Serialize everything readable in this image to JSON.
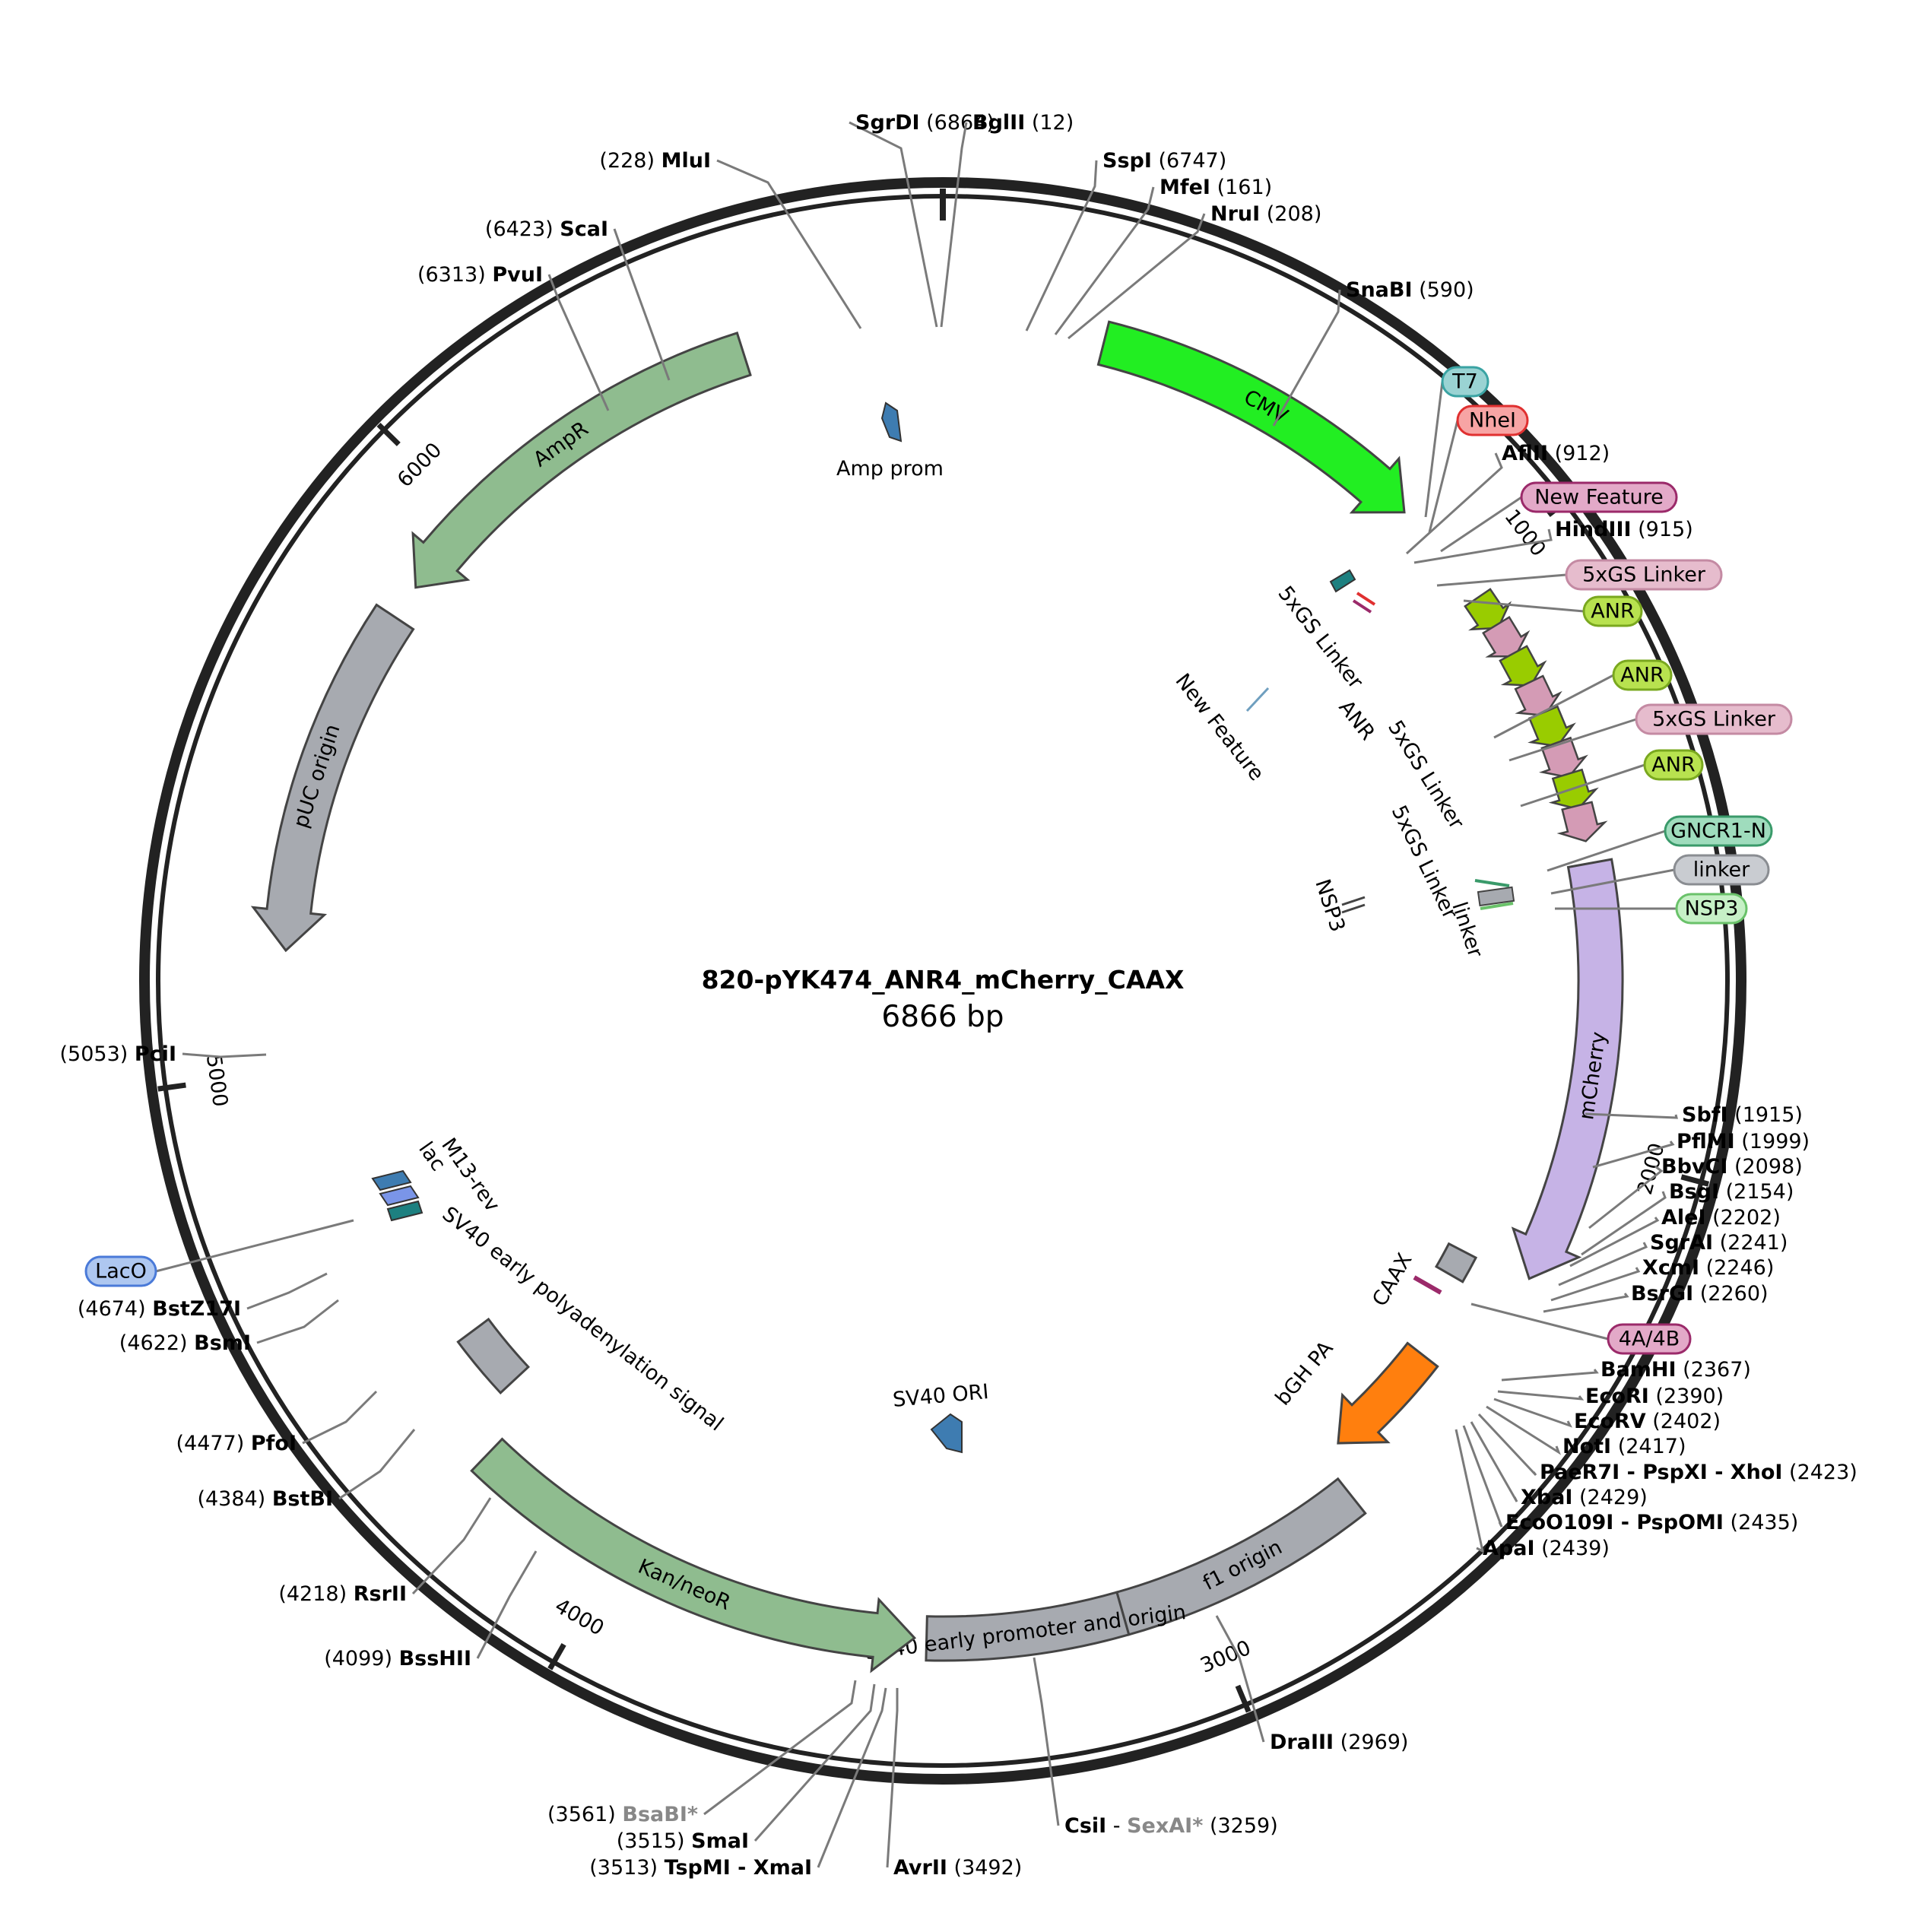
{
  "plasmid": {
    "name": "820-pYK474_ANR4_mCherry_CAAX",
    "length_label": "6866 bp",
    "length": 6866
  },
  "ruler_ticks": [
    "1000",
    "2000",
    "3000",
    "4000",
    "5000",
    "6000"
  ],
  "features": [
    {
      "name": "CMV",
      "color": "#22ee22",
      "type": "arrow",
      "start": 270,
      "end": 850,
      "direction": 1,
      "label_inside": true
    },
    {
      "name": "AmpR",
      "color": "#8fbc8f",
      "type": "arrow",
      "start": 5850,
      "end": 6530,
      "direction": -1,
      "label_inside": true
    },
    {
      "name": "pUC origin",
      "color": "#a7aab0",
      "type": "arrow",
      "start": 5200,
      "end": 5790,
      "direction": -1,
      "label_inside": true
    },
    {
      "name": "mCherry",
      "color": "#c6b3e6",
      "type": "arrow",
      "start": 1520,
      "end": 2230,
      "direction": 1,
      "label_inside": true
    },
    {
      "name": "bGH PA",
      "color": "#ff7f0e",
      "type": "arrow",
      "start": 2440,
      "end": 2660,
      "direction": 1,
      "label_outside": true
    },
    {
      "name": "f1 origin",
      "color": "#a7aab0",
      "type": "box",
      "start": 2700,
      "end": 3130,
      "label_inside": true
    },
    {
      "name": "SV40 early promoter and origin",
      "color": "#a7aab0",
      "type": "box",
      "start": 3130,
      "end": 3460,
      "label_inside": true
    },
    {
      "name": "Kan/neoR",
      "color": "#8fbc8f",
      "type": "arrow",
      "start": 3480,
      "end": 4270,
      "direction": -1,
      "label_inside": true
    },
    {
      "name": "SV40 early polyadenylation signal",
      "color": "#a7aab0",
      "type": "box",
      "start": 4330,
      "end": 4450,
      "label_outside": true
    },
    {
      "name": "CAAX",
      "color": "#a7aab0",
      "type": "box",
      "start": 2240,
      "end": 2290,
      "label_outside": true
    }
  ],
  "feature_text": {
    "amp_prom": "Amp prom",
    "sv40_ori": "SV40 ORI",
    "new_feature": "New Feature",
    "nsp3": "NSP3",
    "m13_rev": "M13-rev",
    "lac_c": "lac",
    "five_gs_1": "5xGS Linker",
    "anr_1": "ANR",
    "five_gs_2": "5xGS Linker",
    "five_gs_3": "5xGS Linker",
    "linker": "linker",
    "sv40_polyA": "SV40 early polyadenylation signal",
    "caax": "CAAX",
    "bgh": "bGH PA"
  },
  "pills": [
    {
      "name": "T7",
      "fill": "#9ad3d3",
      "stroke": "#3aa3a3"
    },
    {
      "name": "NheI",
      "fill": "#f7a4a4",
      "stroke": "#e03030"
    },
    {
      "name": "New Feature",
      "fill": "#e3a9c8",
      "stroke": "#9b2a6a"
    },
    {
      "name": "5xGS Linker",
      "fill": "#e6bccd",
      "stroke": "#c48aa3"
    },
    {
      "name": "ANR",
      "fill": "#b8e24f",
      "stroke": "#7aa81f"
    },
    {
      "name": "ANR",
      "fill": "#b8e24f",
      "stroke": "#7aa81f"
    },
    {
      "name": "5xGS Linker",
      "fill": "#e6bccd",
      "stroke": "#c48aa3"
    },
    {
      "name": "ANR",
      "fill": "#b8e24f",
      "stroke": "#7aa81f"
    },
    {
      "name": "GNCR1-N",
      "fill": "#9fdcbd",
      "stroke": "#3a9a6a"
    },
    {
      "name": "linker",
      "fill": "#c9ccd1",
      "stroke": "#8a8d92"
    },
    {
      "name": "NSP3",
      "fill": "#c6f0c6",
      "stroke": "#6ac26a"
    },
    {
      "name": "4A/4B",
      "fill": "#e3a9c8",
      "stroke": "#9b2a6a"
    },
    {
      "name": "LacO",
      "fill": "#aec7f0",
      "stroke": "#4a7ad8"
    }
  ],
  "sites": [
    {
      "name": "SgrDI",
      "pos": "(6864)"
    },
    {
      "name": "BglII",
      "pos": "(12)"
    },
    {
      "name": "SspI",
      "pos": "(6747)"
    },
    {
      "name": "MfeI",
      "pos": "(161)"
    },
    {
      "name": "NruI",
      "pos": "(208)"
    },
    {
      "name": "MluI",
      "pos": "(228)"
    },
    {
      "name": "ScaI",
      "pos": "(6423)"
    },
    {
      "name": "PvuI",
      "pos": "(6313)"
    },
    {
      "name": "SnaBI",
      "pos": "(590)"
    },
    {
      "name": "AflII",
      "pos": "(912)"
    },
    {
      "name": "HindIII",
      "pos": "(915)"
    },
    {
      "name": "PciI",
      "pos": "(5053)"
    },
    {
      "name": "SbfI",
      "pos": "(1915)"
    },
    {
      "name": "PflMI",
      "pos": "(1999)"
    },
    {
      "name": "BbvCI",
      "pos": "(2098)"
    },
    {
      "name": "BsgI",
      "pos": "(2154)"
    },
    {
      "name": "AleI",
      "pos": "(2202)"
    },
    {
      "name": "SgrAI",
      "pos": "(2241)"
    },
    {
      "name": "XcmI",
      "pos": "(2246)"
    },
    {
      "name": "BsrGI",
      "pos": "(2260)"
    },
    {
      "name": "BamHI",
      "pos": "(2367)"
    },
    {
      "name": "EcoRI",
      "pos": "(2390)"
    },
    {
      "name": "EcoRV",
      "pos": "(2402)"
    },
    {
      "name": "NotI",
      "pos": "(2417)"
    },
    {
      "name": "PaeR7I - PspXI - XhoI",
      "pos": "(2423)"
    },
    {
      "name": "XbaI",
      "pos": "(2429)"
    },
    {
      "name": "EcoO109I - PspOMI",
      "pos": "(2435)"
    },
    {
      "name": "ApaI",
      "pos": "(2439)"
    },
    {
      "name": "BstZ17I",
      "pos": "(4674)"
    },
    {
      "name": "BsmI",
      "pos": "(4622)"
    },
    {
      "name": "PfoI",
      "pos": "(4477)"
    },
    {
      "name": "BstBI",
      "pos": "(4384)"
    },
    {
      "name": "RsrII",
      "pos": "(4218)"
    },
    {
      "name": "BssHII",
      "pos": "(4099)"
    },
    {
      "name": "DraIII",
      "pos": "(2969)"
    },
    {
      "name": "BsaBI*",
      "pos": "(3561)"
    },
    {
      "name": "SmaI",
      "pos": "(3515)"
    },
    {
      "name": "TspMI - XmaI",
      "pos": "(3513)"
    },
    {
      "name": "AvrII",
      "pos": "(3492)"
    },
    {
      "name": "CsiI",
      "extra": "SexAI*",
      "pos": "(3259)"
    }
  ]
}
